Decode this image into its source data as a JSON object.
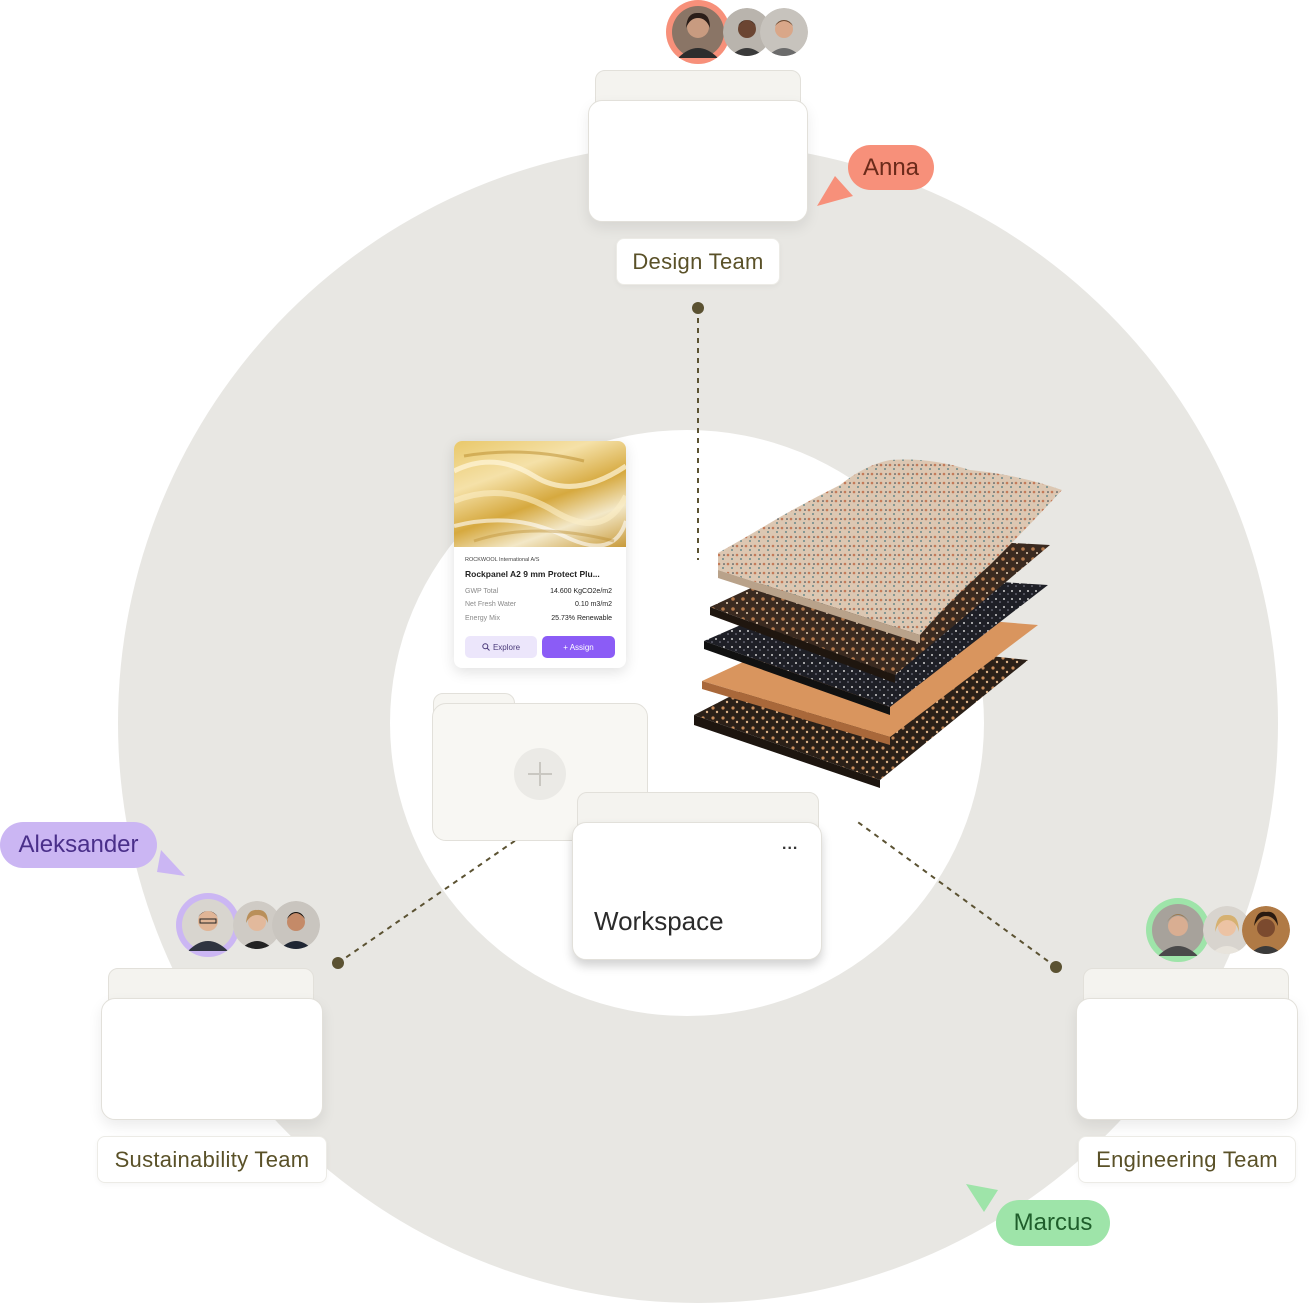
{
  "teams": {
    "design": "Design Team",
    "sustainability": "Sustainability Team",
    "engineering": "Engineering Team"
  },
  "users": {
    "anna": "Anna",
    "aleksander": "Aleksander",
    "marcus": "Marcus"
  },
  "workspace": {
    "title": "Workspace",
    "menu": "..."
  },
  "material_card": {
    "manufacturer": "ROCKWOOL International A/S",
    "product": "Rockpanel A2 9 mm Protect Plu...",
    "metrics": [
      {
        "label": "GWP Total",
        "value": "14.600 KgCO2e/m2"
      },
      {
        "label": "Net Fresh Water",
        "value": "0.10 m3/m2"
      },
      {
        "label": "Energy Mix",
        "value": "25.73% Renewable"
      }
    ],
    "explore_label": "Explore",
    "assign_label": "+ Assign"
  },
  "colors": {
    "ring": "#e8e7e3",
    "anna": "#f7907a",
    "aleksander": "#cbb6f3",
    "marcus": "#9ee4a9",
    "accent": "#8b5cf6"
  }
}
